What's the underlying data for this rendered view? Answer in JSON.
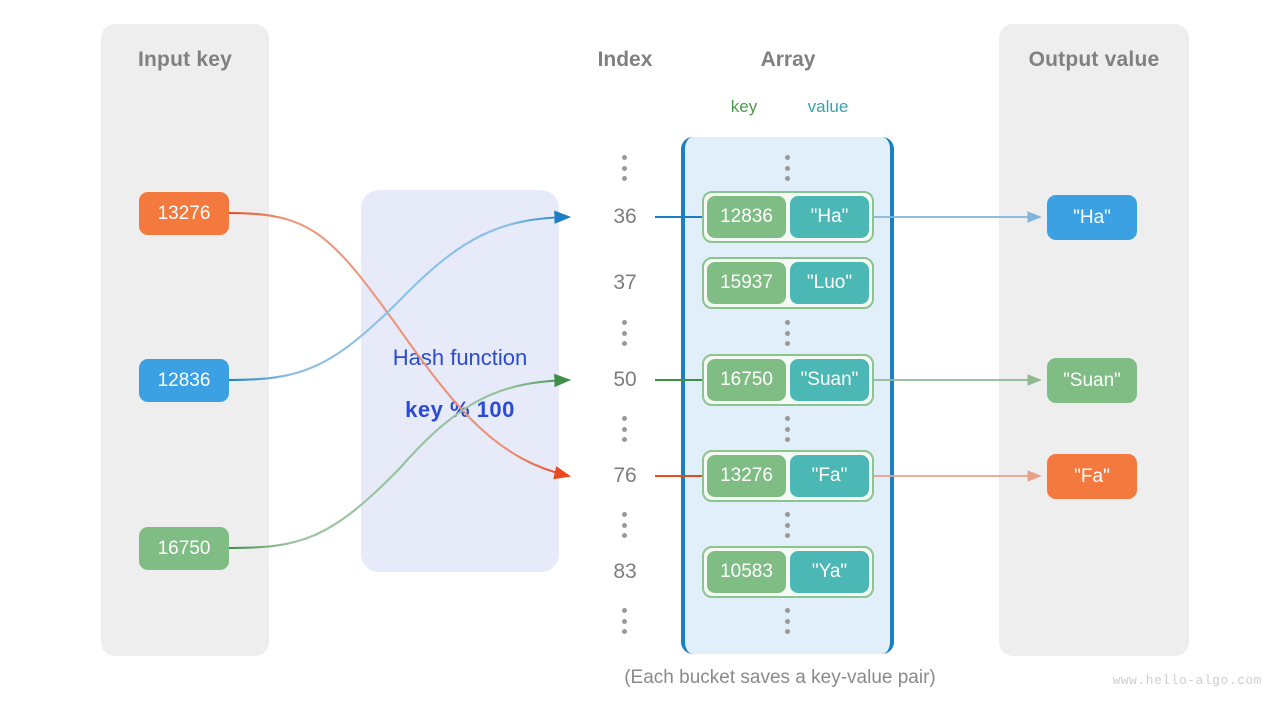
{
  "panels": {
    "input": {
      "title": "Input key"
    },
    "output": {
      "title": "Output value"
    }
  },
  "headers": {
    "index": "Index",
    "array": "Array",
    "key": "key",
    "value": "value"
  },
  "hash_function": {
    "name": "Hash function",
    "expression": "key % 100"
  },
  "input_keys": [
    {
      "label": "13276",
      "color": "#f4793f"
    },
    {
      "label": "12836",
      "color": "#3ba1e3"
    },
    {
      "label": "16750",
      "color": "#80bd85"
    }
  ],
  "output_values": [
    {
      "label": "\"Ha\"",
      "color": "#3ba1e3"
    },
    {
      "label": "\"Suan\"",
      "color": "#80bd85"
    },
    {
      "label": "\"Fa\"",
      "color": "#f4793f"
    }
  ],
  "index_labels": [
    "36",
    "37",
    "50",
    "76",
    "83"
  ],
  "buckets": [
    {
      "index": "36",
      "key": "12836",
      "value": "\"Ha\""
    },
    {
      "index": "37",
      "key": "15937",
      "value": "\"Luo\""
    },
    {
      "index": "50",
      "key": "16750",
      "value": "\"Suan\""
    },
    {
      "index": "76",
      "key": "13276",
      "value": "\"Fa\""
    },
    {
      "index": "83",
      "key": "10583",
      "value": "\"Ya\""
    }
  ],
  "caption": "(Each bucket saves a key-value pair)",
  "watermark": "www.hello-algo.com",
  "colors": {
    "panel_bg": "#eeeeee",
    "hash_bg": "#e6eaf9",
    "hash_text": "#2b4ad6",
    "array_bg": "#e1effa",
    "array_border": "#1c7fc4",
    "bucket_key": "#80bd85",
    "bucket_value": "#4bb8b6",
    "bucket_border": "#8cc490",
    "title_gray": "#808080",
    "index_gray": "#7d7d7d",
    "flow_blue": "#1c7fc4",
    "flow_green": "#3f8f47",
    "flow_orange": "#e8491d"
  }
}
